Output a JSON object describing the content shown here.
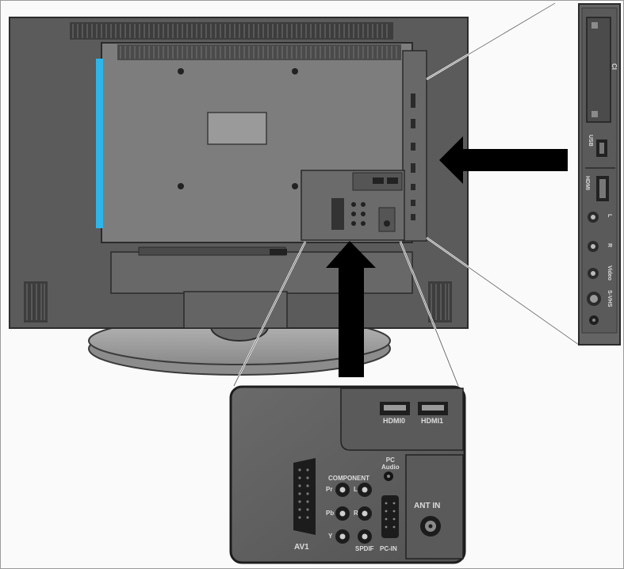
{
  "labels": {
    "hdmi0": "HDMI0",
    "hdmi1": "HDMI1",
    "pc_audio": "PC\nAudio",
    "component": "COMPONENT",
    "pr": "Pr",
    "pb": "Pb",
    "y": "Y",
    "l": "L",
    "r": "R",
    "spdif": "SPDIF",
    "pc_in": "PC-IN",
    "av1": "AV1",
    "ant_in": "ANT IN",
    "side_usb": "USB",
    "side_hdmi": "HDMI",
    "side_l": "L",
    "side_r": "R",
    "side_video": "Video",
    "side_svhs": "S-VHS",
    "side_ci": "CI"
  },
  "icons": [
    "arrow-up-icon",
    "arrow-left-icon",
    "hdmi-port-icon",
    "rca-jack-icon",
    "scart-port-icon",
    "vga-port-icon",
    "coax-port-icon",
    "usb-port-icon",
    "svhs-port-icon",
    "headphone-jack-icon"
  ],
  "colors": {
    "tv_body": "#5b5b5b",
    "tv_back_panel": "#7d7d7d",
    "accent_strip": "#2fb6e8",
    "zoom_panel": "#5e5e5e",
    "arrow": "#000000"
  }
}
